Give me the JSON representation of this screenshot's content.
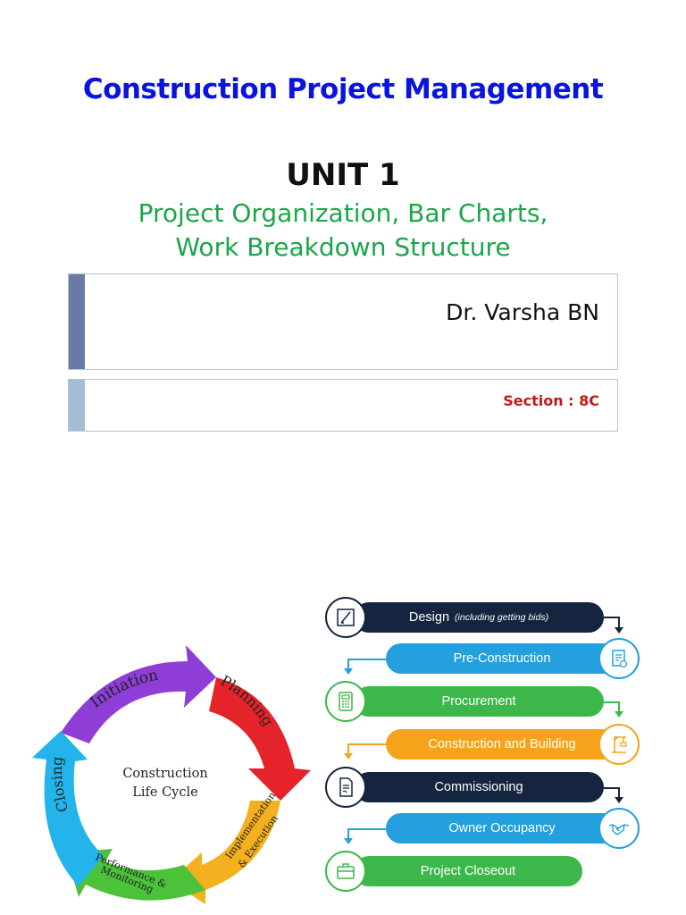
{
  "slide": {
    "title": "Construction Project Management",
    "unit": "UNIT 1",
    "subtitle_line1": "Project Organization, Bar Charts,",
    "subtitle_line2": "Work Breakdown Structure",
    "author": "Dr. Varsha BN",
    "section": "Section : 8C"
  },
  "lifecycle": {
    "center_line1": "Construction",
    "center_line2": "Life Cycle",
    "phases": [
      "Initiation",
      "Planning",
      "Implementation",
      "& Execution",
      "Performance &",
      "Monitoring",
      "Closing"
    ]
  },
  "process": {
    "steps": [
      {
        "label": "Design",
        "note": "(including getting bids)",
        "color": "#15253f",
        "icon": "drafting-icon"
      },
      {
        "label": "Pre-Construction",
        "note": "",
        "color": "#23a0dd",
        "icon": "document-icon"
      },
      {
        "label": "Procurement",
        "note": "",
        "color": "#3cb84a",
        "icon": "calculator-icon"
      },
      {
        "label": "Construction and Building",
        "note": "",
        "color": "#f7a21b",
        "icon": "crane-icon"
      },
      {
        "label": "Commissioning",
        "note": "",
        "color": "#15253f",
        "icon": "contract-icon"
      },
      {
        "label": "Owner Occupancy",
        "note": "",
        "color": "#23a0dd",
        "icon": "handshake-icon"
      },
      {
        "label": "Project Closeout",
        "note": "",
        "color": "#3cb84a",
        "icon": "briefcase-icon"
      }
    ]
  }
}
